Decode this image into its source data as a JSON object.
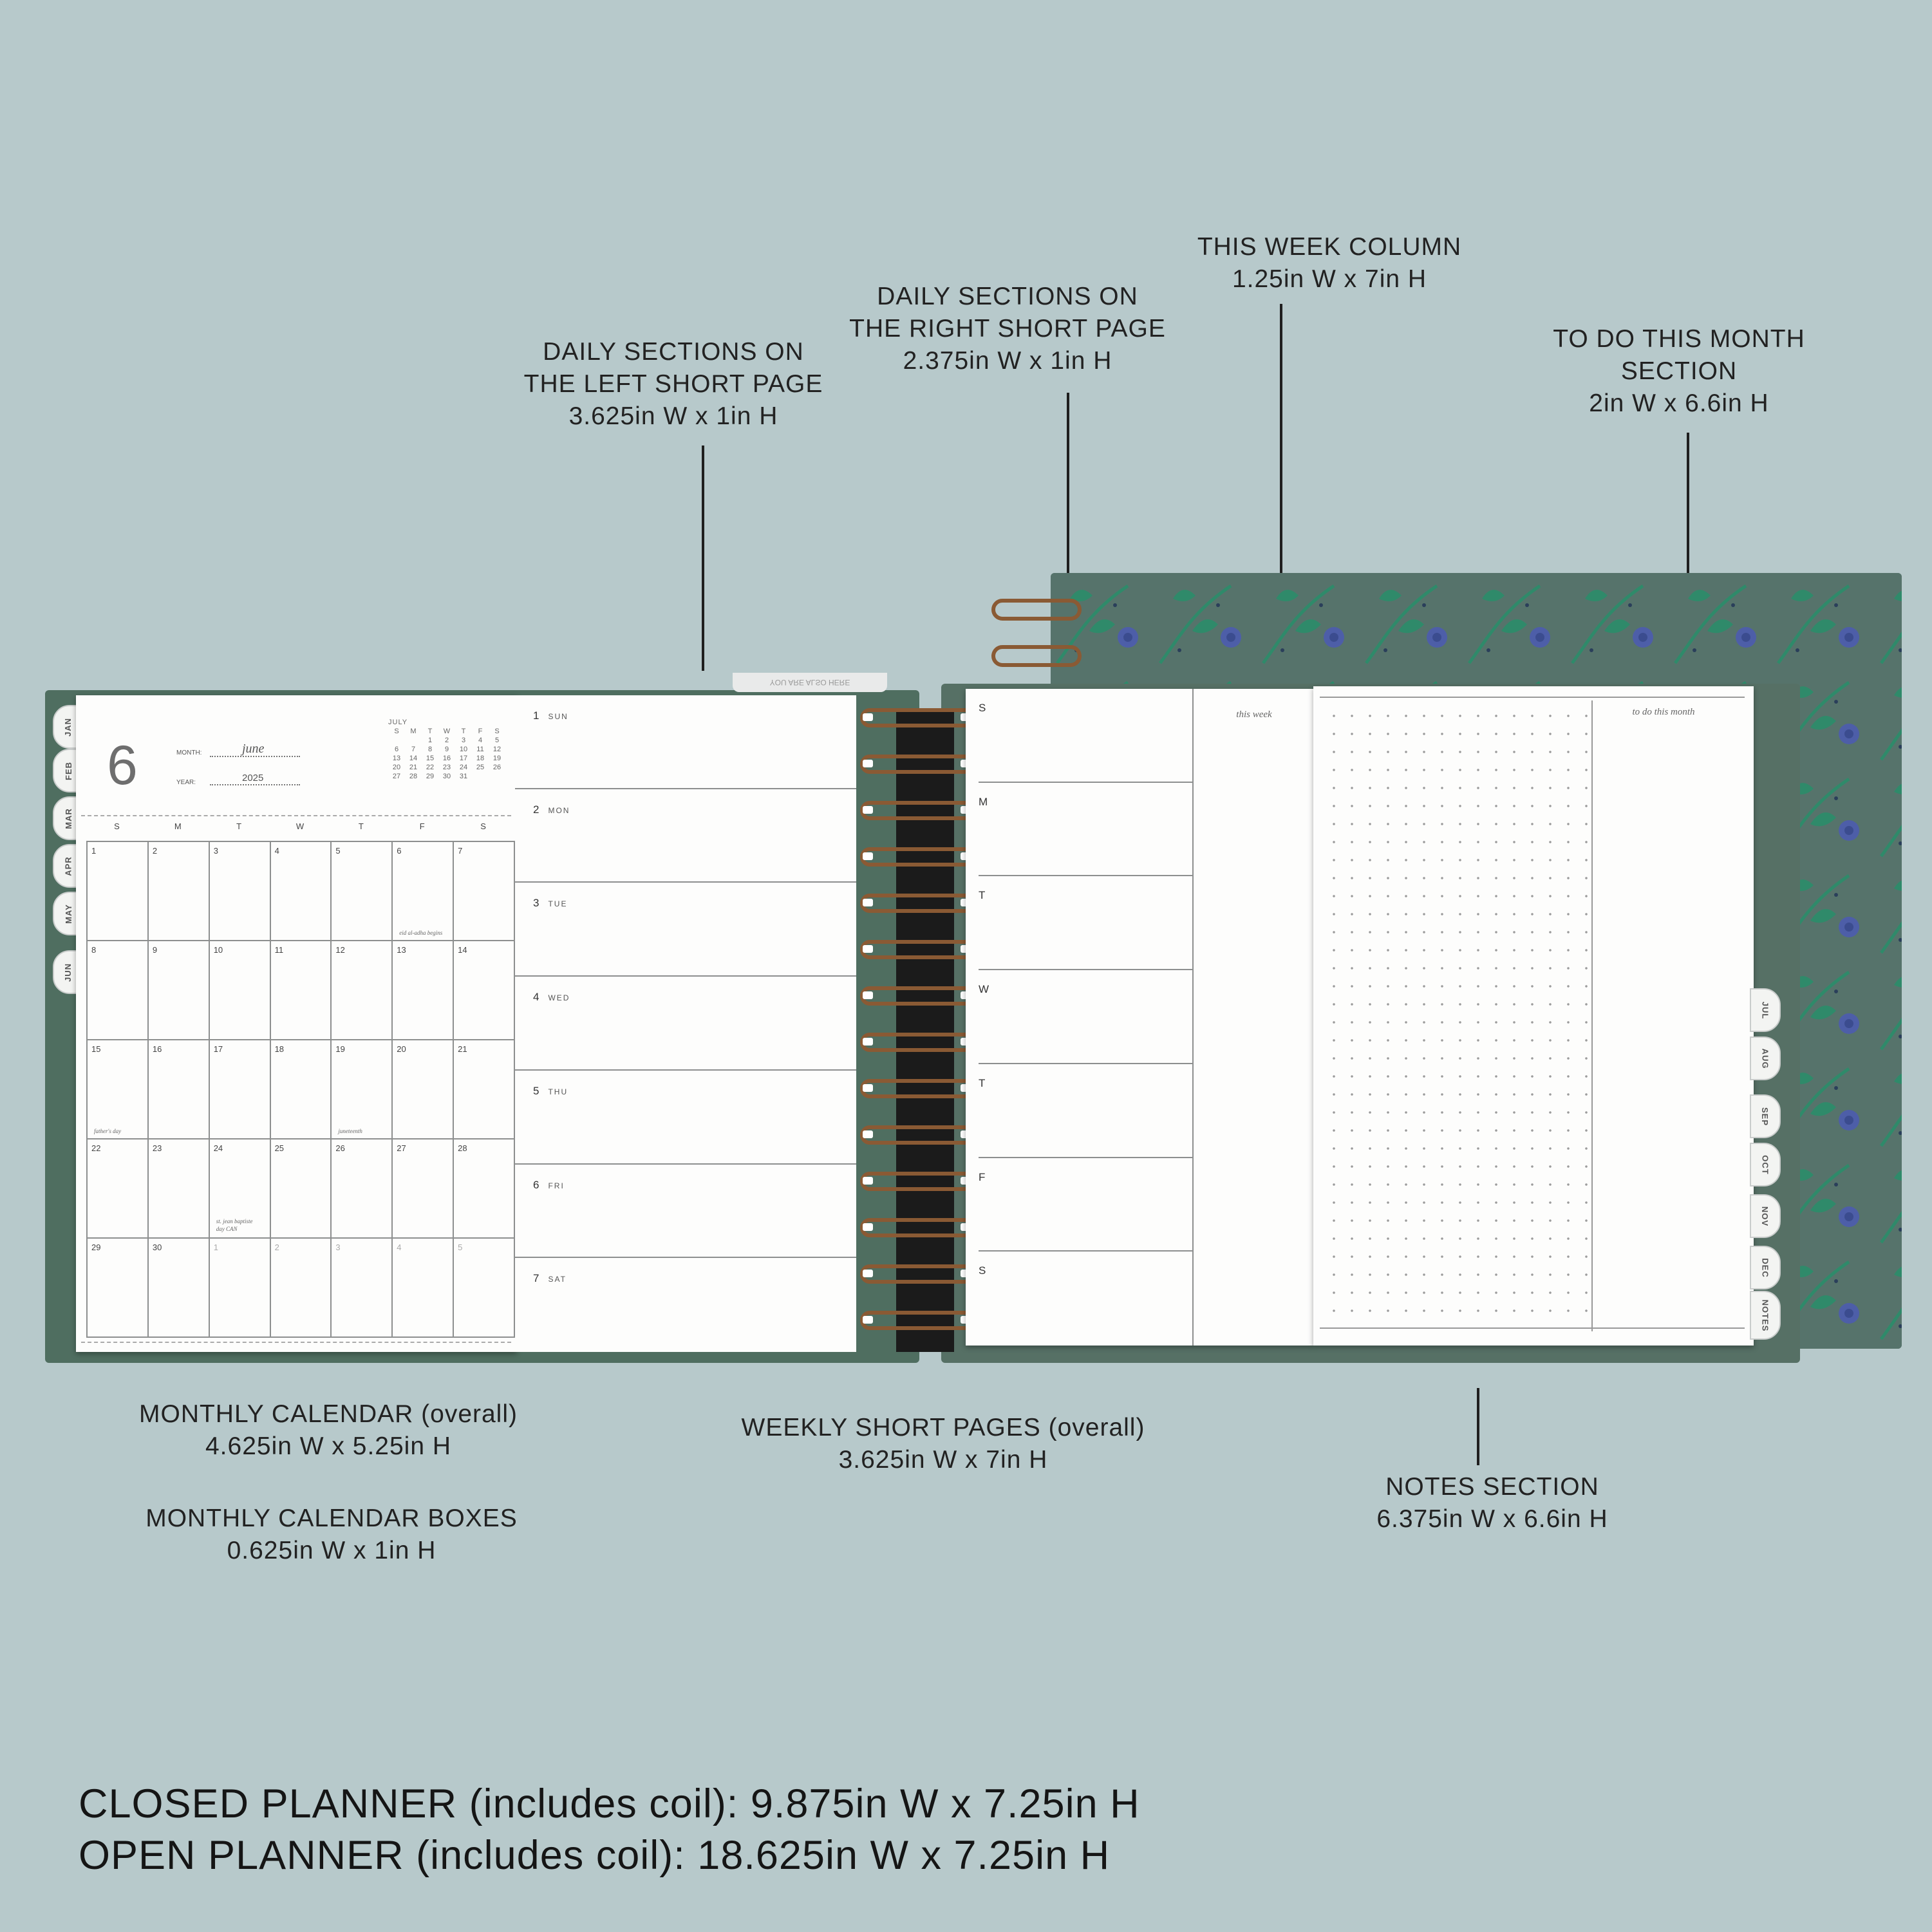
{
  "annotations": {
    "daily_left": [
      "DAILY SECTIONS ON",
      "THE LEFT SHORT PAGE",
      "3.625in W x 1in H"
    ],
    "daily_right": [
      "DAILY SECTIONS ON",
      "THE RIGHT SHORT PAGE",
      "2.375in W x 1in H"
    ],
    "this_week": [
      "THIS WEEK COLUMN",
      "1.25in W x 7in H"
    ],
    "todo": [
      "TO DO THIS MONTH",
      "SECTION",
      "2in W x 6.6in H"
    ],
    "monthly_overall": [
      "MONTHLY CALENDAR (overall)",
      "4.625in W x 5.25in H"
    ],
    "monthly_boxes": [
      "MONTHLY CALENDAR BOXES",
      "0.625in W x 1in H"
    ],
    "weekly_overall": [
      "WEEKLY SHORT PAGES (overall)",
      "3.625in W x 7in H"
    ],
    "notes": [
      "NOTES SECTION",
      "6.375in W x 6.6in H"
    ]
  },
  "dimensions": {
    "closed": "CLOSED PLANNER (includes coil): 9.875in W x 7.25in H",
    "open": "OPEN PLANNER (includes coil): 18.625in W x 7.25in H"
  },
  "monthly": {
    "number": "6",
    "month_label": "MONTH:",
    "month_value": "june",
    "year_label": "YEAR:",
    "year_value": "2025",
    "weekday_headers": [
      "S",
      "M",
      "T",
      "W",
      "T",
      "F",
      "S"
    ],
    "mini_calendar": {
      "title": "JULY",
      "headers": [
        "S",
        "M",
        "T",
        "W",
        "T",
        "F",
        "S"
      ],
      "rows": [
        [
          "",
          "",
          "1",
          "2",
          "3",
          "4",
          "5"
        ],
        [
          "6",
          "7",
          "8",
          "9",
          "10",
          "11",
          "12"
        ],
        [
          "13",
          "14",
          "15",
          "16",
          "17",
          "18",
          "19"
        ],
        [
          "20",
          "21",
          "22",
          "23",
          "24",
          "25",
          "26"
        ],
        [
          "27",
          "28",
          "29",
          "30",
          "31",
          "",
          ""
        ]
      ]
    },
    "weeks": [
      [
        "1",
        "2",
        "3",
        "4",
        "5",
        "6",
        "7"
      ],
      [
        "8",
        "9",
        "10",
        "11",
        "12",
        "13",
        "14"
      ],
      [
        "15",
        "16",
        "17",
        "18",
        "19",
        "20",
        "21"
      ],
      [
        "22",
        "23",
        "24",
        "25",
        "26",
        "27",
        "28"
      ],
      [
        "29",
        "30",
        "1",
        "2",
        "3",
        "4",
        "5"
      ]
    ],
    "notes": {
      "eid": "eid al-adha begins",
      "fathers_day": "father's day",
      "juneteenth": "juneteenth",
      "st_jean_line1": "st. jean baptiste",
      "st_jean_line2": "day CAN"
    },
    "month_tabs": [
      "JAN",
      "FEB",
      "MAR",
      "APR",
      "MAY",
      "JUN"
    ]
  },
  "weekly_left": {
    "days": [
      {
        "num": "1",
        "name": "SUN"
      },
      {
        "num": "2",
        "name": "MON"
      },
      {
        "num": "3",
        "name": "TUE"
      },
      {
        "num": "4",
        "name": "WED"
      },
      {
        "num": "5",
        "name": "THU"
      },
      {
        "num": "6",
        "name": "FRI"
      },
      {
        "num": "7",
        "name": "SAT"
      }
    ],
    "top_tab": "YOU ARE ALSO HERE"
  },
  "weekly_right": {
    "letters": [
      "S",
      "M",
      "T",
      "W",
      "T",
      "F",
      "S"
    ],
    "this_week": "this week"
  },
  "notes_page": {
    "todo_title": "to do this month",
    "month_tabs": [
      "JUL",
      "AUG",
      "SEP",
      "OCT",
      "NOV",
      "DEC",
      "NOTES"
    ]
  },
  "colors": {
    "background": "#b7c9cb",
    "cover": "#4f6e60",
    "coil": "#8a5a34"
  }
}
